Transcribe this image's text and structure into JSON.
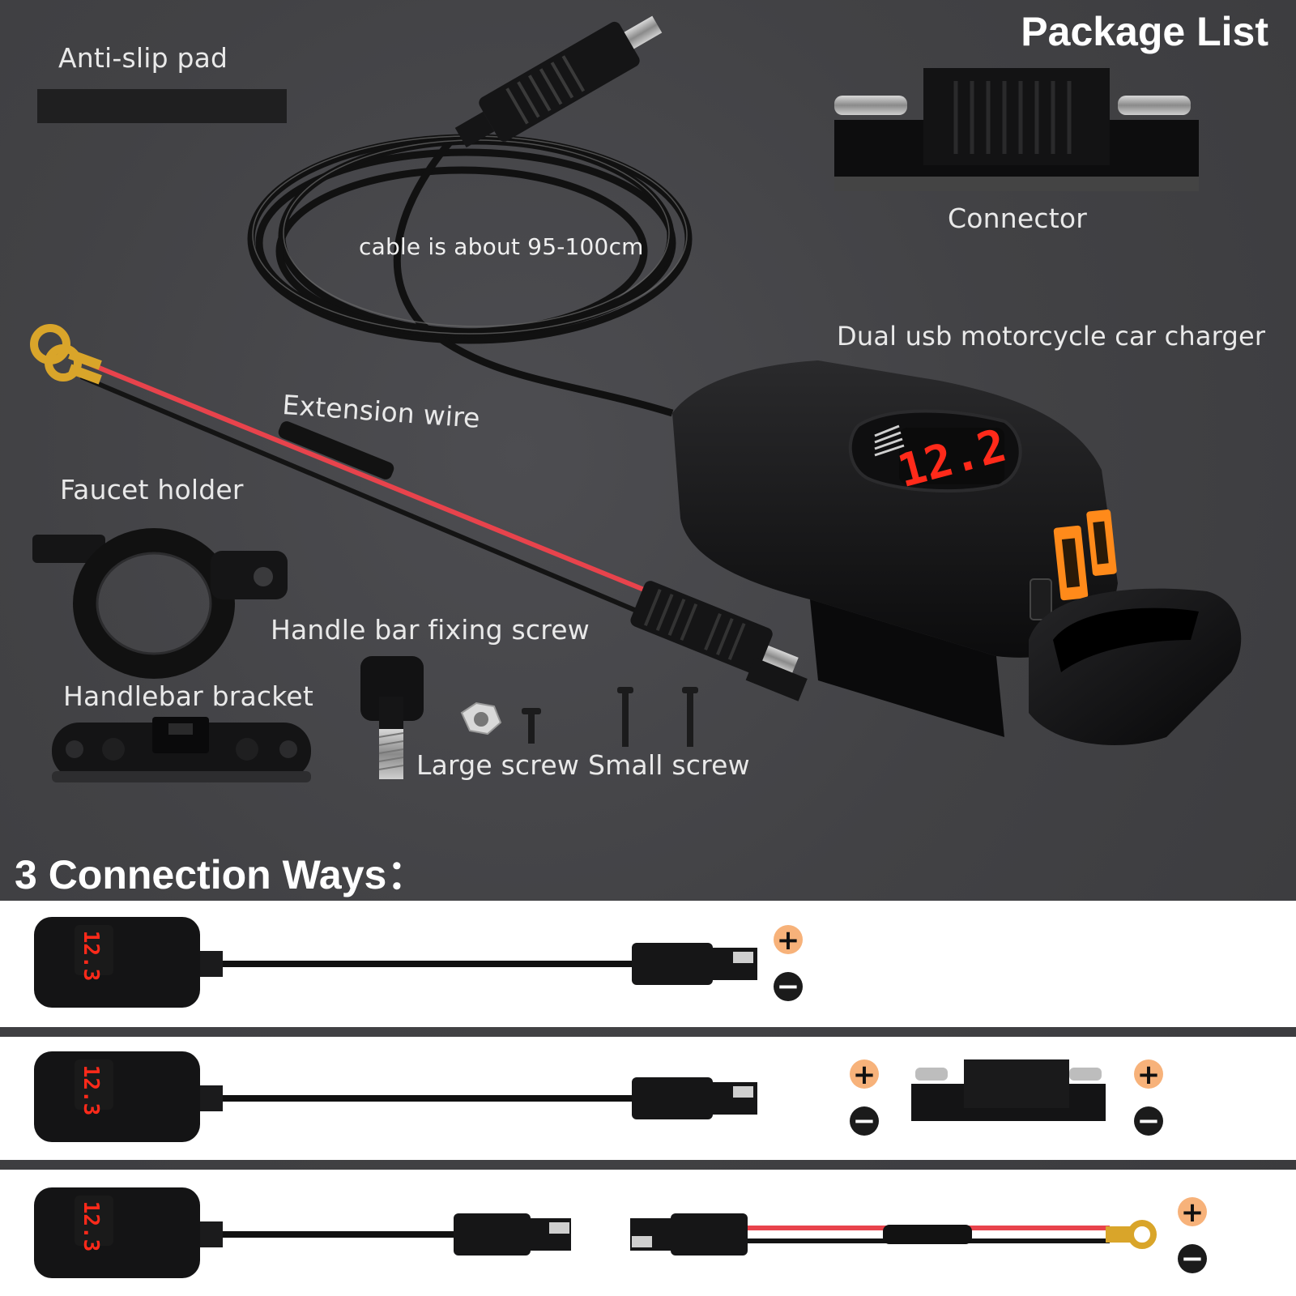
{
  "package_list": {
    "title": "Package List",
    "items": {
      "anti_slip_pad": "Anti-slip pad",
      "connector": "Connector",
      "cable_note": "cable is about 95-100cm",
      "charger": "Dual usb motorcycle car charger",
      "extension_wire": "Extension wire",
      "faucet_holder": "Faucet holder",
      "handle_bar_fixing_screw": "Handle bar fixing screw",
      "handlebar_bracket": "Handlebar bracket",
      "large_screw": "Large screw",
      "small_screw": "Small screw"
    },
    "display_reading": "12.2"
  },
  "connection_ways": {
    "title": "3 Connection Ways：",
    "row_display_reading": "12.3",
    "plus_symbol": "+",
    "minus_symbol": "−"
  },
  "colors": {
    "background": "#424245",
    "text": "#e9e9e9",
    "display_red": "#ff2a1a",
    "usb_orange": "#ff8a1a",
    "polarity_badge": "#f7b27a",
    "red_wire": "#e8434c",
    "ring_terminal": "#d9a52a"
  }
}
